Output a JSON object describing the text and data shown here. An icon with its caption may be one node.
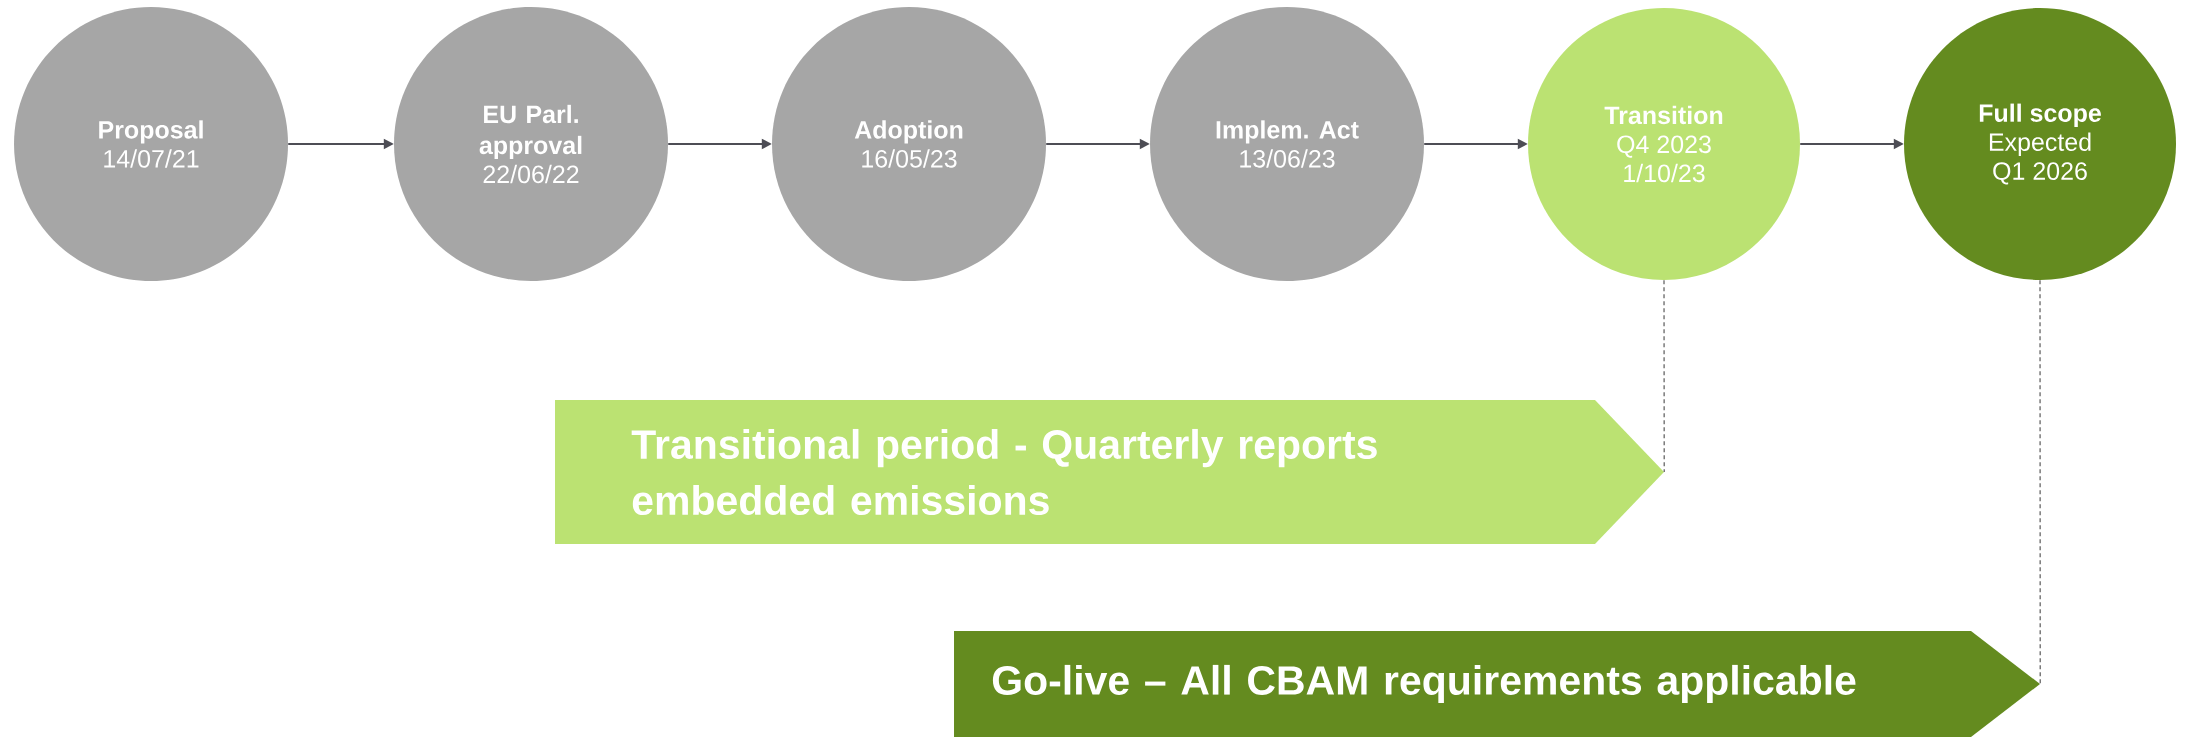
{
  "diagram": {
    "nodes": [
      {
        "text": [
          "Proposal",
          "14/07/21"
        ]
      },
      {
        "text": [
          "EU Parl. approval",
          "22/06/22"
        ]
      },
      {
        "text": [
          "Adoption",
          "16/05/23"
        ]
      },
      {
        "text": [
          "Implem. Act",
          "13/06/23"
        ]
      },
      {
        "text": [
          "Transition",
          "Q4 2023",
          "1/10/23"
        ]
      },
      {
        "text": [
          "Full scope",
          "Expected",
          "Q1 2026"
        ]
      },
      {
        "text": [
          "Transitional period - Quarterly reports embedded emissions"
        ]
      },
      {
        "text": [
          "Go-live – All CBAM requirements applicable"
        ]
      }
    ],
    "edges": [
      {
        "from": 0,
        "to": 1,
        "arrow": "to"
      },
      {
        "from": 1,
        "to": 2,
        "arrow": "to"
      },
      {
        "from": 2,
        "to": 3,
        "arrow": "to"
      },
      {
        "from": 3,
        "to": 4,
        "arrow": "to"
      },
      {
        "from": 4,
        "to": 5,
        "arrow": "to"
      },
      {
        "from": 4,
        "to": 6,
        "arrow": "none",
        "style": "dashed"
      },
      {
        "from": 5,
        "to": 7,
        "arrow": "none",
        "style": "dashed"
      }
    ]
  }
}
